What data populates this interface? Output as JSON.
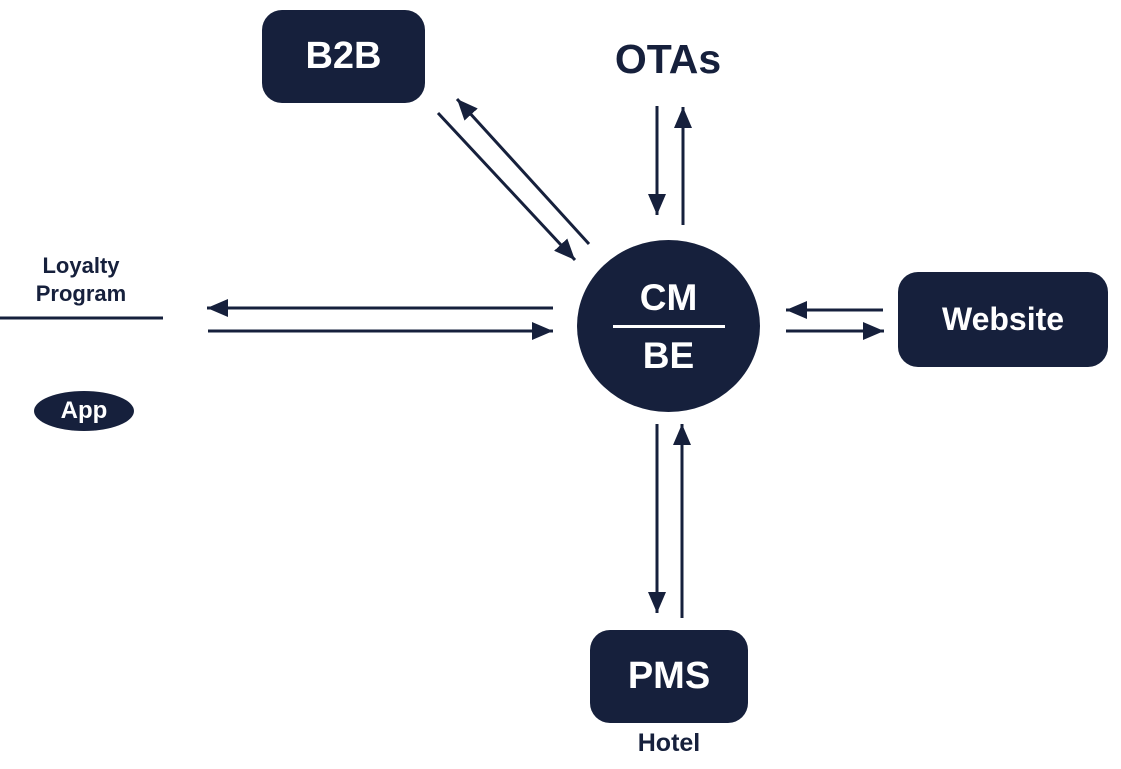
{
  "colors": {
    "navy": "#16203C",
    "node_text": "#FFFFFF",
    "background": "#FFFFFF"
  },
  "nodes": {
    "b2b": {
      "label": "B2B"
    },
    "otas": {
      "label": "OTAs"
    },
    "center": {
      "top": "CM",
      "bottom": "BE"
    },
    "loyalty": {
      "line1": "Loyalty",
      "line2": "Program"
    },
    "app": {
      "label": "App"
    },
    "website": {
      "label": "Website"
    },
    "pms": {
      "label": "PMS"
    },
    "hotel": {
      "label": "Hotel"
    }
  },
  "connections": [
    {
      "from": "CM/BE",
      "to": "B2B",
      "bidirectional": true
    },
    {
      "from": "CM/BE",
      "to": "OTAs",
      "bidirectional": true
    },
    {
      "from": "CM/BE",
      "to": "Loyalty Program",
      "bidirectional": true
    },
    {
      "from": "CM/BE",
      "to": "Website",
      "bidirectional": true
    },
    {
      "from": "CM/BE",
      "to": "PMS",
      "bidirectional": true
    }
  ]
}
